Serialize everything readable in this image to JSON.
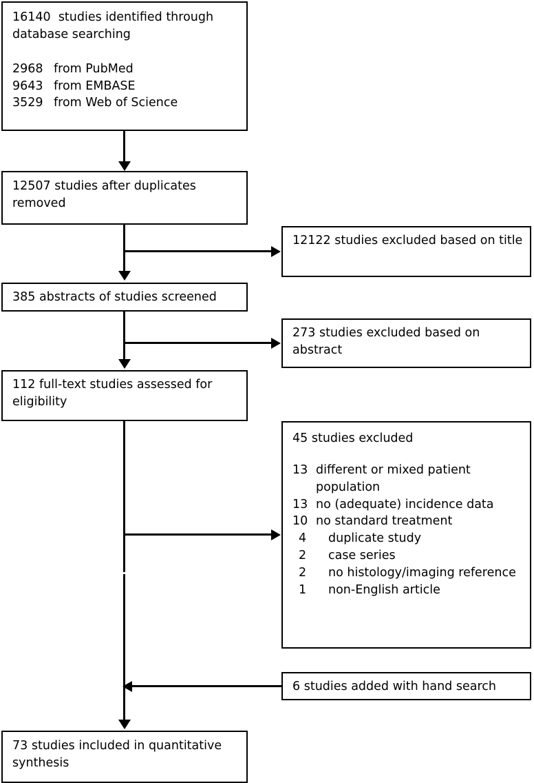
{
  "diagram": {
    "type": "prisma-flow-diagram",
    "title": "",
    "nodes": {
      "identified": {
        "headline_count": "16140",
        "headline_text": "studies identified through database searching",
        "sources": [
          {
            "count": "2968",
            "label": "from PubMed"
          },
          {
            "count": "9643",
            "label": "from EMBASE"
          },
          {
            "count": "3529",
            "label": "from Web of Science"
          }
        ]
      },
      "after_duplicates": {
        "count": "12507",
        "text": "studies after duplicates removed"
      },
      "excluded_title": {
        "count": "12122",
        "text": "studies excluded based on title"
      },
      "abstracts_screened": {
        "count": "385",
        "text": "abstracts of studies screened"
      },
      "excluded_abstract": {
        "count": "273",
        "text": "studies excluded based on abstract"
      },
      "fulltext_assessed": {
        "count": "112",
        "text": "full-text studies assessed for eligibility"
      },
      "excluded_fulltext": {
        "headline_count": "45",
        "headline_text": "studies excluded",
        "reasons": [
          {
            "count": "13",
            "label": "different or mixed patient population"
          },
          {
            "count": "13",
            "label": "no (adequate) incidence data"
          },
          {
            "count": "10",
            "label": "no standard treatment"
          },
          {
            "count": "4",
            "label": "duplicate study"
          },
          {
            "count": "2",
            "label": "case series"
          },
          {
            "count": "2",
            "label": "no histology/imaging reference"
          },
          {
            "count": "1",
            "label": "non-English article"
          }
        ]
      },
      "hand_search": {
        "count": "6",
        "text": "studies added with hand search"
      },
      "included": {
        "count": "73",
        "text": "studies included in quantitative synthesis"
      }
    },
    "colors": {
      "stroke": "#000000",
      "fill": "#ffffff",
      "text": "#000000"
    }
  }
}
